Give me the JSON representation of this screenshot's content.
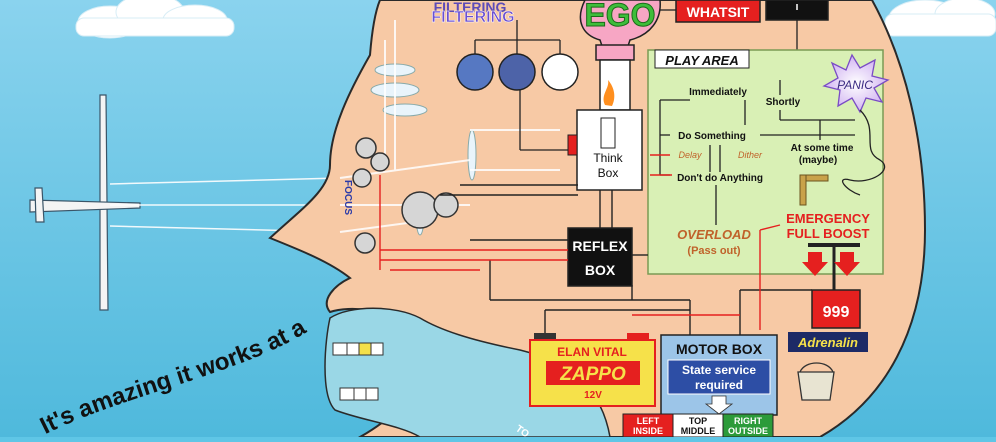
{
  "labels": {
    "filter_top": "FILTERING",
    "filtering": "FILTERING",
    "ego": "EGO",
    "whatsit": "WHATSIT",
    "play_area": "PLAY AREA",
    "panic": "PANIC",
    "immediately": "Immediately",
    "shortly": "Shortly",
    "do_something": "Do Something",
    "delay": "Delay",
    "dither": "Dither",
    "dont_do": "Don't do Anything",
    "at_some_time": "At some time",
    "maybe": "(maybe)",
    "overload": "OVERLOAD",
    "pass_out": "(Pass out)",
    "emergency": "EMERGENCY",
    "full_boost": "FULL BOOST",
    "think": "Think",
    "box": "Box",
    "focus": "FOCUS",
    "reflex": "REFLEX",
    "reflex_box": "BOX",
    "motor_box": "MOTOR BOX",
    "state_service": "State service",
    "required": "required",
    "elan_vital": "ELAN VITAL",
    "zappo": "ZAPPO",
    "volts": "12V",
    "pressure": "999",
    "adrenalin": "Adrenalin",
    "left_inside": "LEFT",
    "left_inside2": "INSIDE",
    "top_middle": "TOP",
    "top_middle2": "MIDDLE",
    "right_outside": "RIGHT",
    "right_outside2": "OUTSIDE",
    "to_label": "TO",
    "slogan": "It's amazing it works at all!"
  },
  "colors": {
    "sky": "#5fc6e6",
    "skin": "#f7c9a5",
    "play_area": "#d9f0b5",
    "red": "#e5201f",
    "motor": "#9cc5e8",
    "battery": "#f6e14a"
  }
}
